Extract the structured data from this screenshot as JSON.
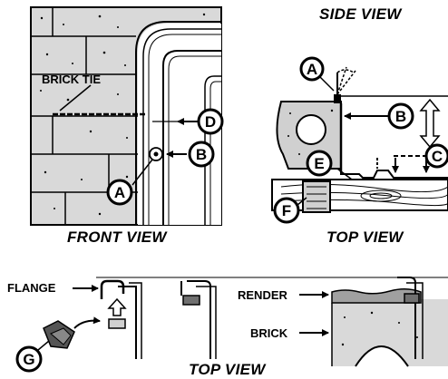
{
  "views": {
    "front": "FRONT VIEW",
    "side": "SIDE VIEW",
    "top_upper": "TOP VIEW",
    "top_lower": "TOP VIEW"
  },
  "labels": {
    "brick_tie": "BRICK TIE",
    "flange": "FLANGE",
    "render": "RENDER",
    "brick": "BRICK"
  },
  "callouts": [
    "A",
    "B",
    "C",
    "D",
    "E",
    "F",
    "G"
  ]
}
